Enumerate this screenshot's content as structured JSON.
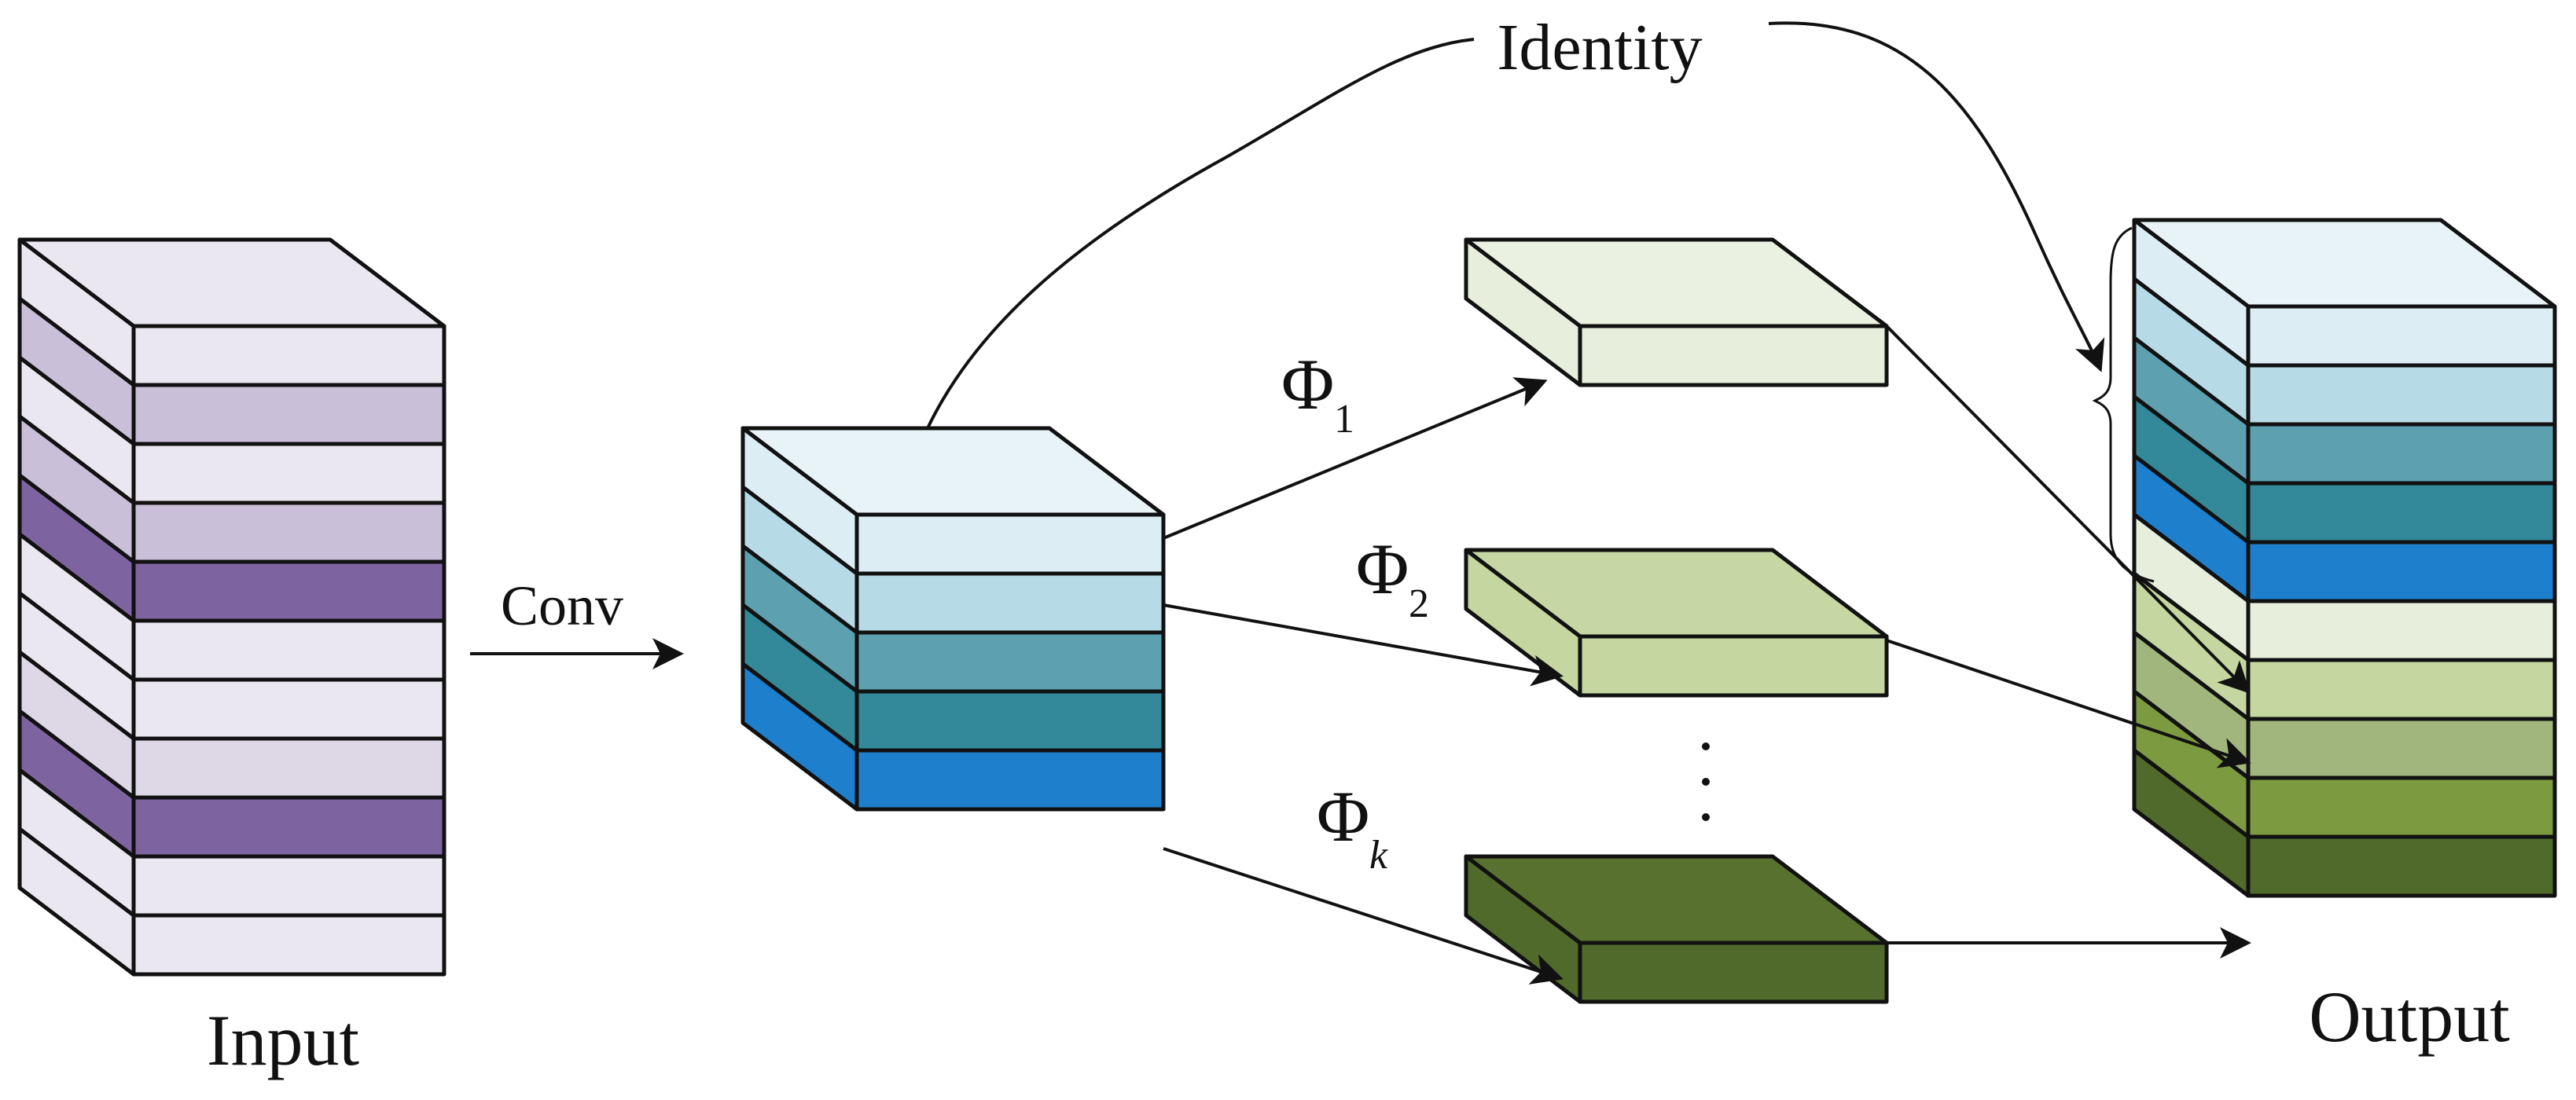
{
  "labels": {
    "input": "Input",
    "output": "Output",
    "conv": "Conv",
    "identity": "Identity",
    "dots": "·\n·\n·"
  },
  "phi": [
    {
      "base": "Φ",
      "sub": "1",
      "sub_italic": false
    },
    {
      "base": "Φ",
      "sub": "2",
      "sub_italic": false
    },
    {
      "base": "Φ",
      "sub": "k",
      "sub_italic": true
    }
  ],
  "colors": {
    "stroke": "#111111",
    "input_layers": [
      "#ebe7f0",
      "#c9bfd9",
      "#ebe7f0",
      "#c9bfd9",
      "#7d64a0",
      "#ebe7f0",
      "#ebe7f0",
      "#ddd7e6",
      "#7d64a0",
      "#ebe7f0",
      "#ebe7f0"
    ],
    "intrinsic_layers": [
      "#dcedf3",
      "#b6dbe6",
      "#5da0b0",
      "#338899",
      "#1e7fcd"
    ],
    "intrinsic_top": "#e8f3f7",
    "ghost_maps": [
      {
        "front": "#e7efdc",
        "top": "#eaf1e0"
      },
      {
        "front": "#c5d6a0",
        "top": "#c7d7a3"
      },
      {
        "front": "#4f6a2b",
        "top": "#58712f"
      }
    ],
    "output_layers": [
      "#dcedf3",
      "#b6dbe6",
      "#5da0b0",
      "#338899",
      "#1e7fcd",
      "#e7efdc",
      "#c5d6a0",
      "#a0b67d",
      "#7c9a3f",
      "#4f6a2b"
    ],
    "output_top": "#e8f3f7"
  }
}
